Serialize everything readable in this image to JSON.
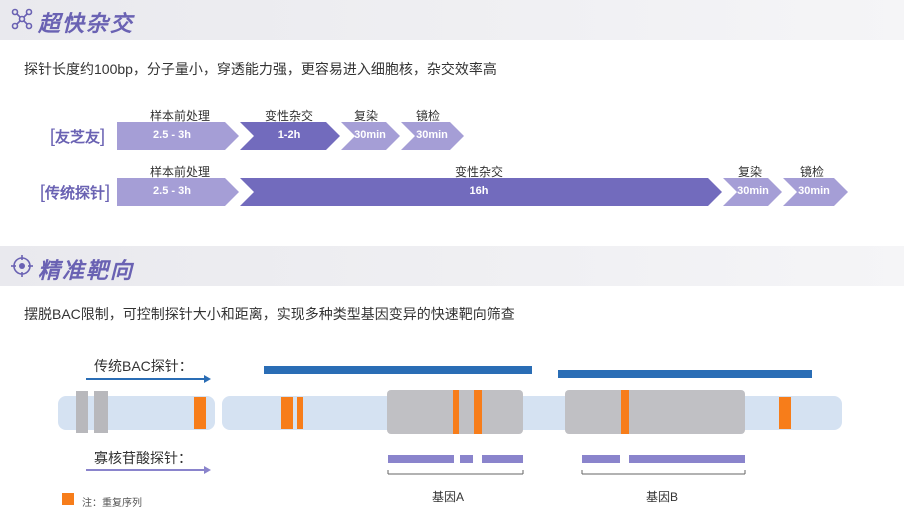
{
  "sections": {
    "hybrid": {
      "title": "超快杂交",
      "icon": "molecule-icon",
      "description": "探针长度约100bp，分子量小，穿透能力强，更容易进入细胞核，杂交效率高"
    },
    "target": {
      "title": "精准靶向",
      "icon": "target-crosshair-icon",
      "description": "摆脱BAC限制，可控制探针大小和距离，实现多种类型基因变异的快速靶向筛查"
    }
  },
  "timeline": {
    "rows": [
      {
        "label": "友芝友",
        "steps": [
          {
            "name": "样本前处理",
            "duration": "2.5 - 3h"
          },
          {
            "name": "变性杂交",
            "duration": "1-2h"
          },
          {
            "name": "复染",
            "duration": "30min"
          },
          {
            "name": "镜检",
            "duration": "30min"
          }
        ]
      },
      {
        "label": "传统探针",
        "steps": [
          {
            "name": "样本前处理",
            "duration": "2.5 - 3h"
          },
          {
            "name": "变性杂交",
            "duration": "16h"
          },
          {
            "name": "复染",
            "duration": "30min"
          },
          {
            "name": "镜检",
            "duration": "30min"
          }
        ]
      }
    ]
  },
  "probe_diagram": {
    "bac_probe_label": "传统BAC探针：",
    "oligo_probe_label": "寡核苷酸探针：",
    "gene_a": "基因A",
    "gene_b": "基因B",
    "legend": "注：重复序列"
  },
  "colors": {
    "accent": "#6a62b3",
    "step_light": "#a59ed6",
    "step_dark": "#726bbd",
    "bac_bar": "#2a6db5",
    "chromosome": "#d5e2f2",
    "gene_block": "#c0c0c4",
    "repeat": "#f77d1a",
    "oligo": "#8a84cc"
  }
}
